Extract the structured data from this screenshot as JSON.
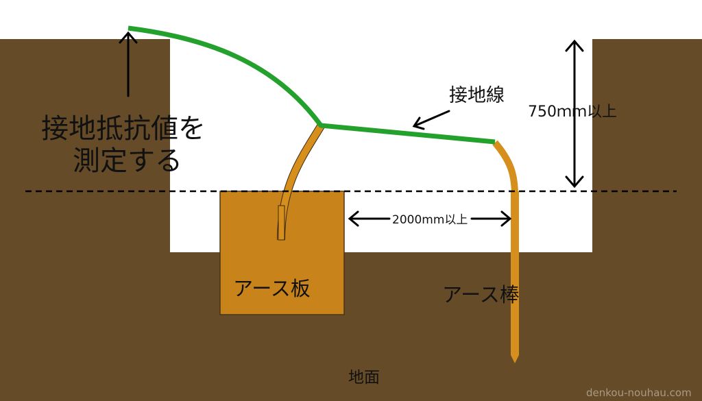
{
  "labels": {
    "measure_line1": "接地抵抗値を",
    "measure_line2": "測定する",
    "ground_wire": "接地線",
    "depth": "750ｍｍ以上",
    "distance": "2000mm以上",
    "plate": "アース板",
    "rod": "アース棒",
    "ground": "地面",
    "watermark": "denkou-nouhau.com"
  },
  "colors": {
    "soil": "#654b28",
    "wire_green": "#23a12c",
    "copper": "#d68f1c",
    "plate": "#c8841a"
  }
}
